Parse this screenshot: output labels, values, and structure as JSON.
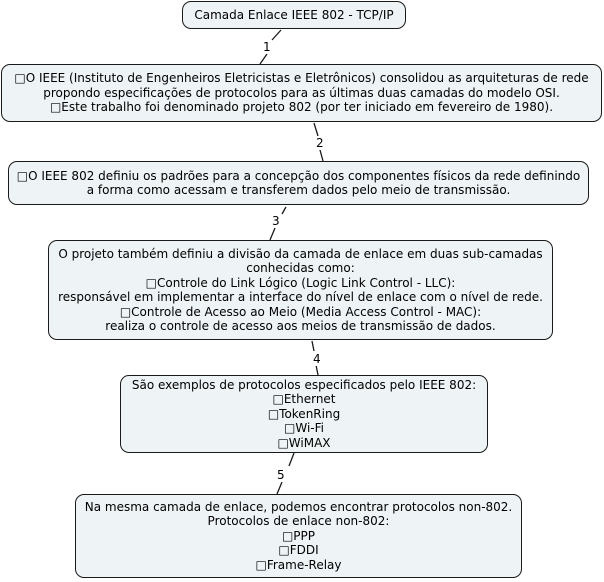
{
  "nodes": [
    {
      "id": "root",
      "lines": [
        "Camada Enlace IEEE 802 - TCP/IP"
      ]
    },
    {
      "id": "n1",
      "lines": [
        "□O IEEE (Instituto de Engenheiros Eletricistas e Eletrônicos) consolidou as arquiteturas de rede",
        "propondo especificações de protocolos para as últimas duas camadas do modelo OSI.",
        "□Este trabalho foi denominado projeto 802 (por ter iniciado em fevereiro de 1980)."
      ]
    },
    {
      "id": "n2",
      "lines": [
        "□O IEEE 802 definiu os padrões para a concepção dos componentes físicos da rede definindo",
        "a forma como acessam e transferem dados pelo meio de transmissão."
      ]
    },
    {
      "id": "n3",
      "lines": [
        "O projeto também definiu a divisão da camada de enlace em duas sub-camadas",
        "conhecidas como:",
        "□Controle do Link Lógico (Logic Link Control - LLC):",
        "responsável em implementar a interface do nível de enlace com o nível de rede.",
        "□Controle de Acesso ao Meio (Media Access Control - MAC):",
        "realiza o controle de acesso aos meios de transmissão de dados."
      ]
    },
    {
      "id": "n4",
      "lines": [
        "São exemplos de protocolos especificados pelo IEEE 802:",
        "□Ethernet",
        "□TokenRing",
        "□Wi-Fi",
        "□WiMAX"
      ]
    },
    {
      "id": "n5",
      "lines": [
        "Na mesma camada de enlace, podemos encontrar protocolos non-802.",
        "Protocolos de enlace non-802:",
        "□PPP",
        "□FDDI",
        "□Frame-Relay"
      ]
    }
  ],
  "links": [
    {
      "from": "root",
      "to": "n1",
      "label": "1"
    },
    {
      "from": "n1",
      "to": "n2",
      "label": "2"
    },
    {
      "from": "n2",
      "to": "n3",
      "label": "3"
    },
    {
      "from": "n3",
      "to": "n4",
      "label": "4"
    },
    {
      "from": "n4",
      "to": "n5",
      "label": "5"
    }
  ],
  "colors": {
    "node_fill": "#eef3f5",
    "stroke": "#1a1a1a"
  }
}
